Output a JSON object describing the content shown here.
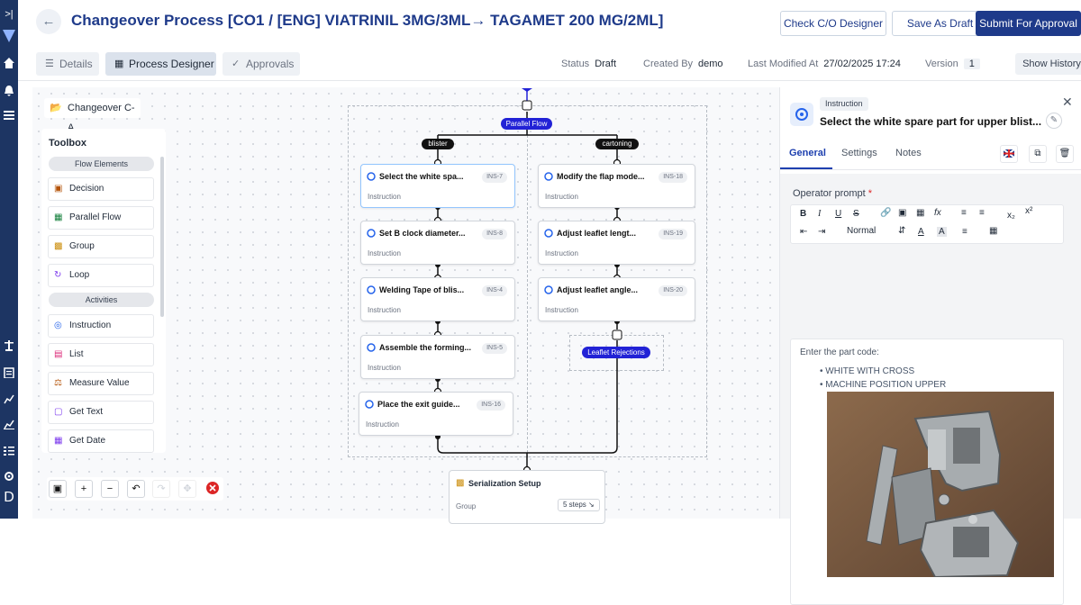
{
  "sidebar": {
    "user_initial": "D"
  },
  "header": {
    "title": "Changeover Process [CO1 / [ENG] VIATRINIL 3MG/3ML→ TAGAMET 200 MG/2ML]",
    "check_label": "Check C/O Designer",
    "save_label": "Save As Draft",
    "submit_label": "Submit For Approval"
  },
  "tabs": [
    {
      "label": "Details"
    },
    {
      "label": "Process Designer"
    },
    {
      "label": "Approvals"
    }
  ],
  "meta": {
    "status_label": "Status",
    "status": "Draft",
    "created_label": "Created By",
    "created": "demo",
    "modified_label": "Last Modified At",
    "modified": "27/02/2025 17:24",
    "version_label": "Version",
    "version": "1",
    "history_label": "Show History"
  },
  "canvas": {
    "changeover_label": "Changeover C-A",
    "parallel_label": "Parallel Flow",
    "branch_left": "blister",
    "branch_right": "cartoning",
    "leaflet_label": "Leaflet Rejections"
  },
  "toolbox": {
    "title": "Toolbox",
    "flow_section": "Flow Elements",
    "activities_section": "Activities",
    "items": [
      "Decision",
      "Parallel Flow",
      "Group",
      "Loop",
      "Instruction",
      "List",
      "Measure Value",
      "Get Text",
      "Get Date"
    ]
  },
  "nodes": [
    {
      "title": "Select the white spa...",
      "id": "INS-7",
      "sub": "Instruction"
    },
    {
      "title": "Set B clock diameter...",
      "id": "INS-8",
      "sub": "Instruction"
    },
    {
      "title": "Welding Tape of blis...",
      "id": "INS-4",
      "sub": "Instruction"
    },
    {
      "title": "Assemble the forming...",
      "id": "INS-5",
      "sub": "Instruction"
    },
    {
      "title": "Place the exit guide...",
      "id": "INS-16",
      "sub": "Instruction"
    },
    {
      "title": "Modify the flap mode...",
      "id": "INS-18",
      "sub": "Instruction"
    },
    {
      "title": "Adjust leaflet lengt...",
      "id": "INS-19",
      "sub": "Instruction"
    },
    {
      "title": "Adjust leaflet angle...",
      "id": "INS-20",
      "sub": "Instruction"
    }
  ],
  "serial": {
    "title": "Serialization Setup",
    "sub": "Group",
    "steps": "5 steps"
  },
  "panel": {
    "type": "Instruction",
    "title": "Select the white spare part for upper blist...",
    "tabs": [
      "General",
      "Settings",
      "Notes"
    ],
    "prompt_label": "Operator prompt",
    "required": "*",
    "format": "Normal",
    "editor_text": "Enter the part code:",
    "bullets": [
      "WHITE WITH CROSS",
      "MACHINE POSITION UPPER"
    ]
  },
  "colors": {
    "navy": "#1d3563",
    "title": "#1e3a8a",
    "flow": "#2222d6"
  }
}
